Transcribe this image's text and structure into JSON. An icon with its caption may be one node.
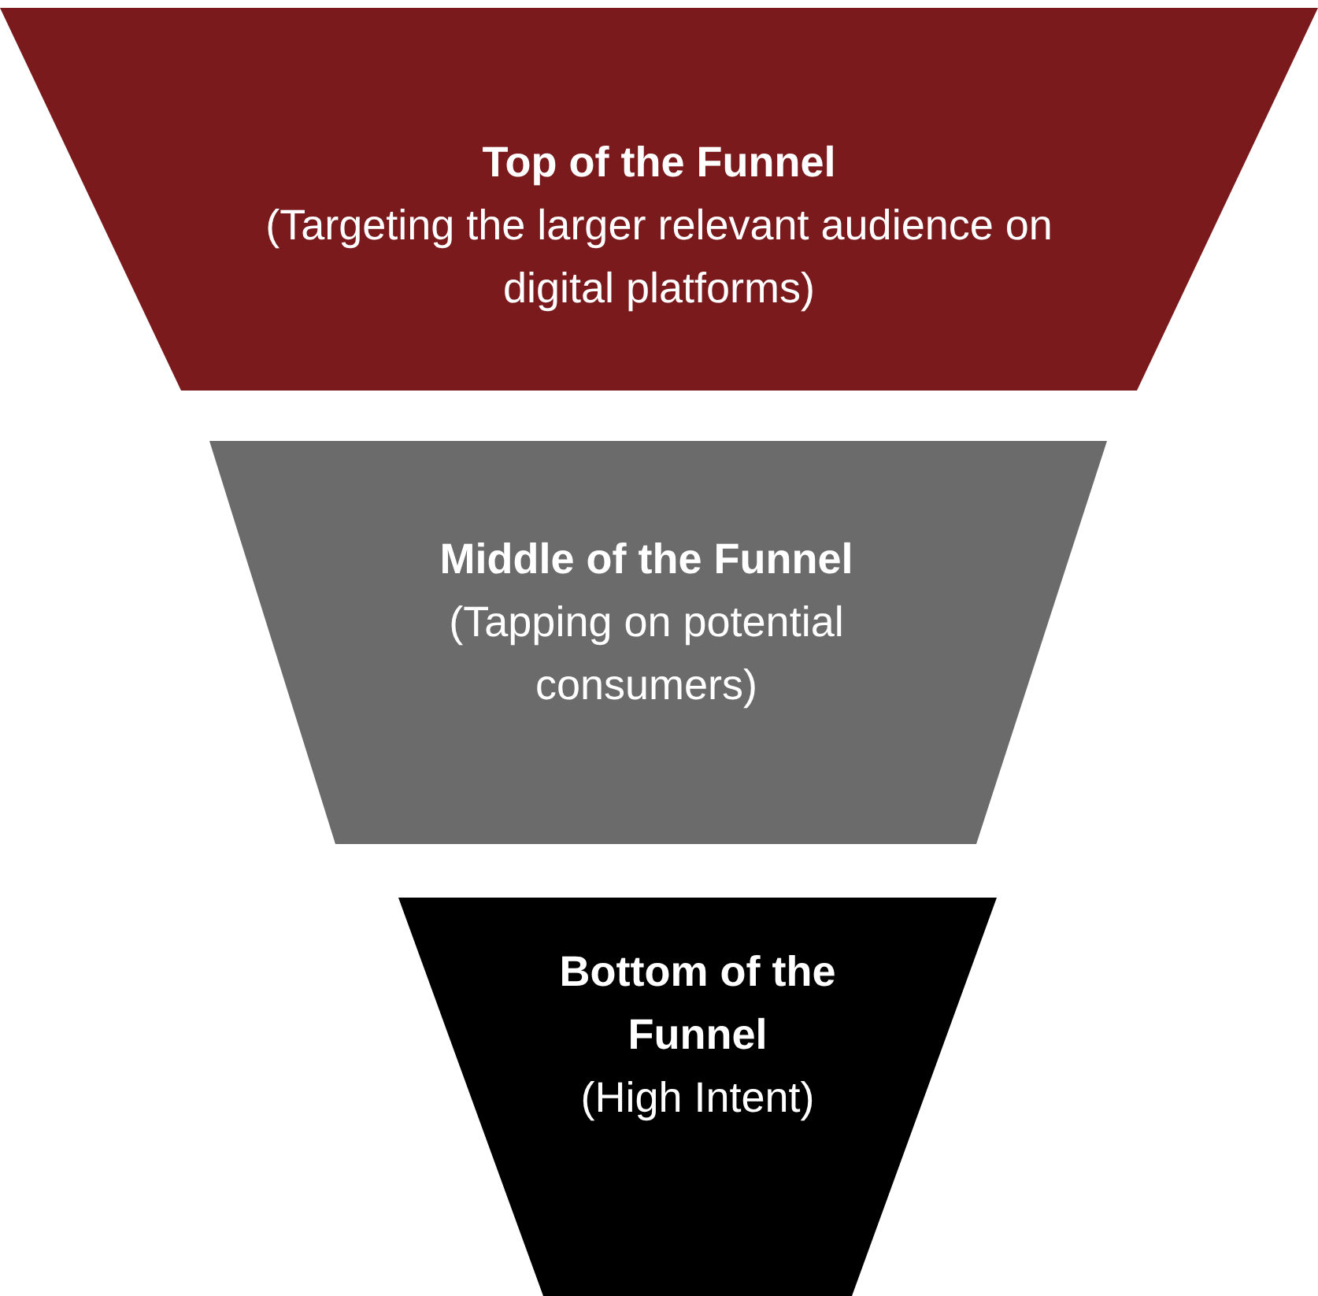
{
  "diagram": {
    "nodes": [
      {
        "text": [
          "Top of the Funnel",
          "(Targeting the larger relevant audience on digital platforms)"
        ]
      },
      {
        "text": [
          "Middle of the Funnel",
          "(Tapping on potential consumers)"
        ]
      },
      {
        "text": [
          "Bottom of the Funnel",
          "(High Intent)"
        ]
      }
    ]
  }
}
